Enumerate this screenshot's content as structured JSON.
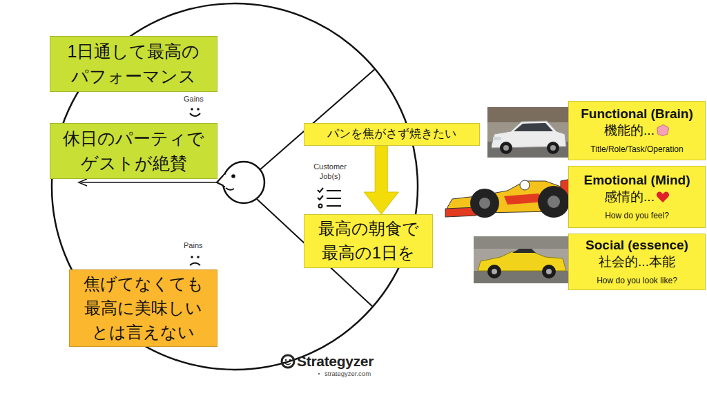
{
  "diagram": {
    "nodes": [
      {
        "text": [
          "1日通して最高の パフォーマンス"
        ]
      },
      {
        "text": [
          "休日のパーティで ゲストが絶賛"
        ]
      },
      {
        "text": [
          "パンを焦がさず焼きたい"
        ]
      },
      {
        "text": [
          "最高の朝食で 最高の1日を"
        ]
      },
      {
        "text": [
          "焦げてなくても 最高に美味しい とは言えない"
        ]
      },
      {
        "text": [
          "Functional (Brain)",
          "機能的...",
          "Title/Role/Task/Operation"
        ]
      },
      {
        "text": [
          "Emotional (Mind)",
          "感情的...",
          "How do you feel?"
        ]
      },
      {
        "text": [
          "Social (essence)",
          "社会的...本能",
          "How do you look like?"
        ]
      }
    ],
    "edges": [
      {
        "from": 2,
        "to": 3,
        "arrow": "to"
      }
    ],
    "labels": [
      "Gains",
      "Pains",
      "Customer Job(s)",
      "Strategyzer",
      "strategyzer.com"
    ]
  }
}
